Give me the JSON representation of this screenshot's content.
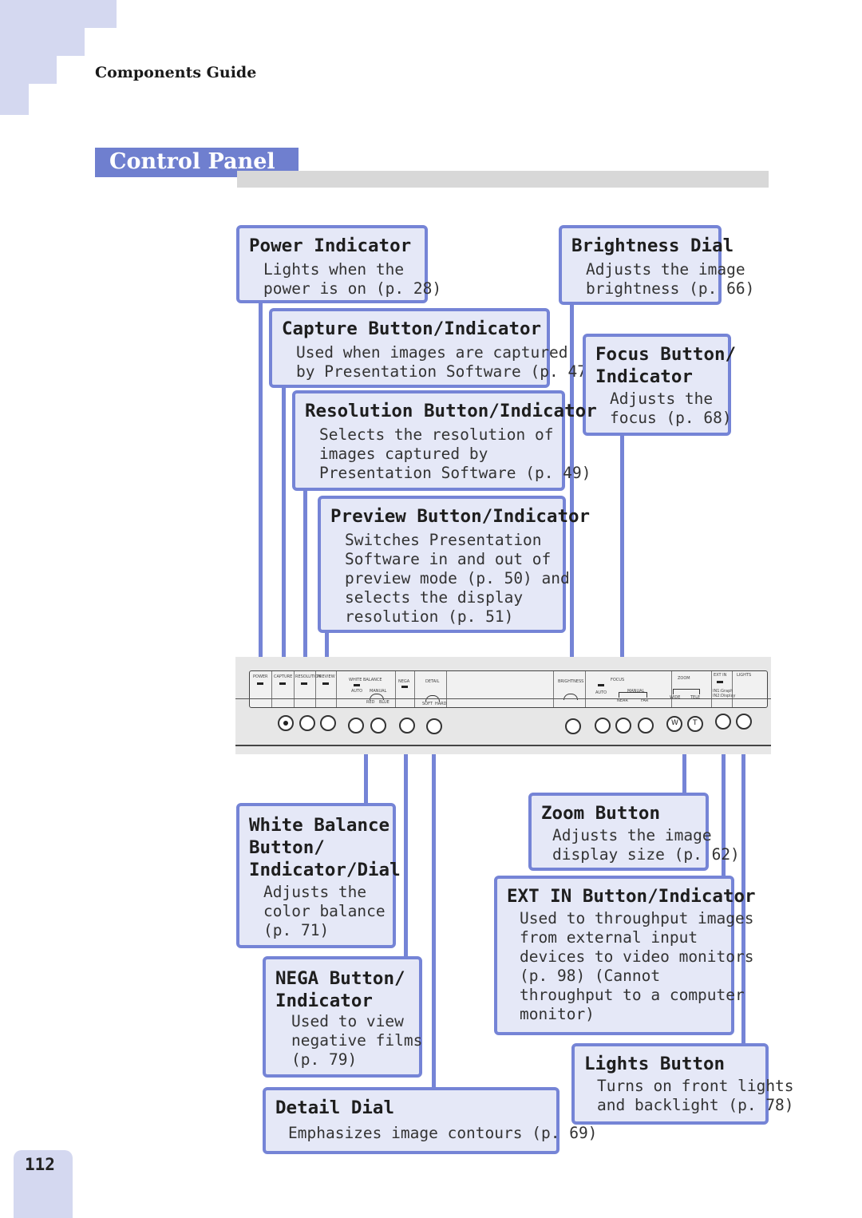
{
  "header": {
    "section": "Components Guide",
    "title": "Control Panel"
  },
  "page_number": "112",
  "callouts": {
    "power": {
      "title": "Power Indicator",
      "desc": "Lights when the\npower is on (p. 28)"
    },
    "brightness": {
      "title": "Brightness Dial",
      "desc": "Adjusts the image\nbrightness (p. 66)"
    },
    "capture": {
      "title": "Capture Button/Indicator",
      "desc": "Used when images are captured\nby Presentation Software (p. 47)"
    },
    "focus": {
      "title": "Focus Button/\nIndicator",
      "desc": "Adjusts the\nfocus (p. 68)"
    },
    "resolution": {
      "title": "Resolution Button/Indicator",
      "desc": "Selects the resolution of\nimages captured by\nPresentation Software (p. 49)"
    },
    "preview": {
      "title": "Preview Button/Indicator",
      "desc": "Switches Presentation\nSoftware in and out of\npreview mode (p. 50) and\nselects the display\nresolution (p. 51)"
    },
    "white_balance": {
      "title": "White Balance\nButton/\nIndicator/Dial",
      "desc": "Adjusts the\ncolor balance\n(p. 71)"
    },
    "zoom": {
      "title": "Zoom Button",
      "desc": "Adjusts the image\ndisplay size (p. 62)"
    },
    "ext_in": {
      "title": "EXT IN Button/Indicator",
      "desc": "Used to throughput images\nfrom external input\ndevices to video monitors\n(p. 98) (Cannot\nthroughput to a computer\nmonitor)"
    },
    "nega": {
      "title": "NEGA Button/\nIndicator",
      "desc": "Used to view\nnegative films\n(p. 79)"
    },
    "lights": {
      "title": "Lights Button",
      "desc": "Turns on front lights\nand backlight (p. 78)"
    },
    "detail": {
      "title": "Detail Dial",
      "desc": "Emphasizes image contours (p. 69)"
    }
  },
  "panel_labels": {
    "power": "POWER",
    "capture": "CAPTURE",
    "resolution": "RESOLUTION",
    "preview": "PREVIEW",
    "white_balance": "WHITE BALANCE",
    "nega": "NEGA",
    "detail": "DETAIL",
    "brightness": "BRIGHTNESS",
    "focus": "FOCUS",
    "zoom": "ZOOM",
    "ext_in": "EXT IN",
    "lights": "LIGHTS",
    "auto": "AUTO",
    "manual": "MANUAL",
    "red": "RED",
    "blue": "BLUE",
    "soft": "SOFT",
    "hard": "HARD",
    "auto2": "AUTO",
    "manual2": "MANUAL",
    "near": "NEAR",
    "far": "FAR",
    "wide": "WIDE",
    "tele": "TELE",
    "ext_opt": "IN1:Graph\nIN2:Display",
    "w": "W",
    "t": "T"
  }
}
